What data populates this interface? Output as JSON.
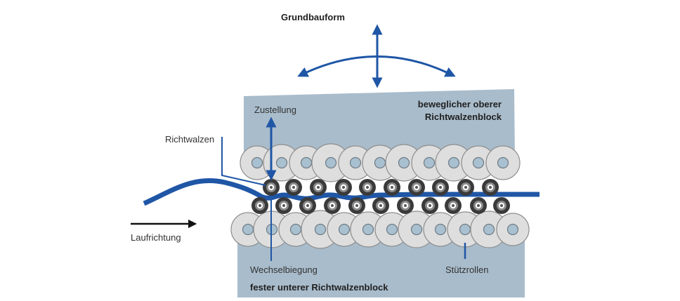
{
  "title": "Grundbauform",
  "labels": {
    "upper_block": [
      "beweglicher oberer",
      "Richtwalzenblock"
    ],
    "lower_block": "fester unterer Richtwalzenblock",
    "feed": "Zustellung",
    "straightening_rolls": "Richtwalzen",
    "direction": "Laufrichtung",
    "alternating_bending": "Wechselbiegung",
    "support_rolls": "Stützrollen"
  },
  "components": {
    "upper_support_rolls_count": 11,
    "upper_straightening_rolls_count": 10,
    "lower_straightening_rolls_count": 11,
    "lower_support_rolls_count": 12
  },
  "colors": {
    "block_fill": "#a9bccb",
    "accent_blue": "#1f56a6",
    "support_roll_fill": "#dedede",
    "support_roll_hub": "#a8c0d0",
    "roll_dark": "#3a3a3a",
    "roll_mid": "#8a8a8a",
    "arrow_black": "#111111"
  },
  "icons": {
    "adjust_arrows": "four-way-arc-arrow-icon",
    "feed_arrow": "double-vertical-arrow-icon",
    "direction_arrow": "arrow-right-icon"
  }
}
